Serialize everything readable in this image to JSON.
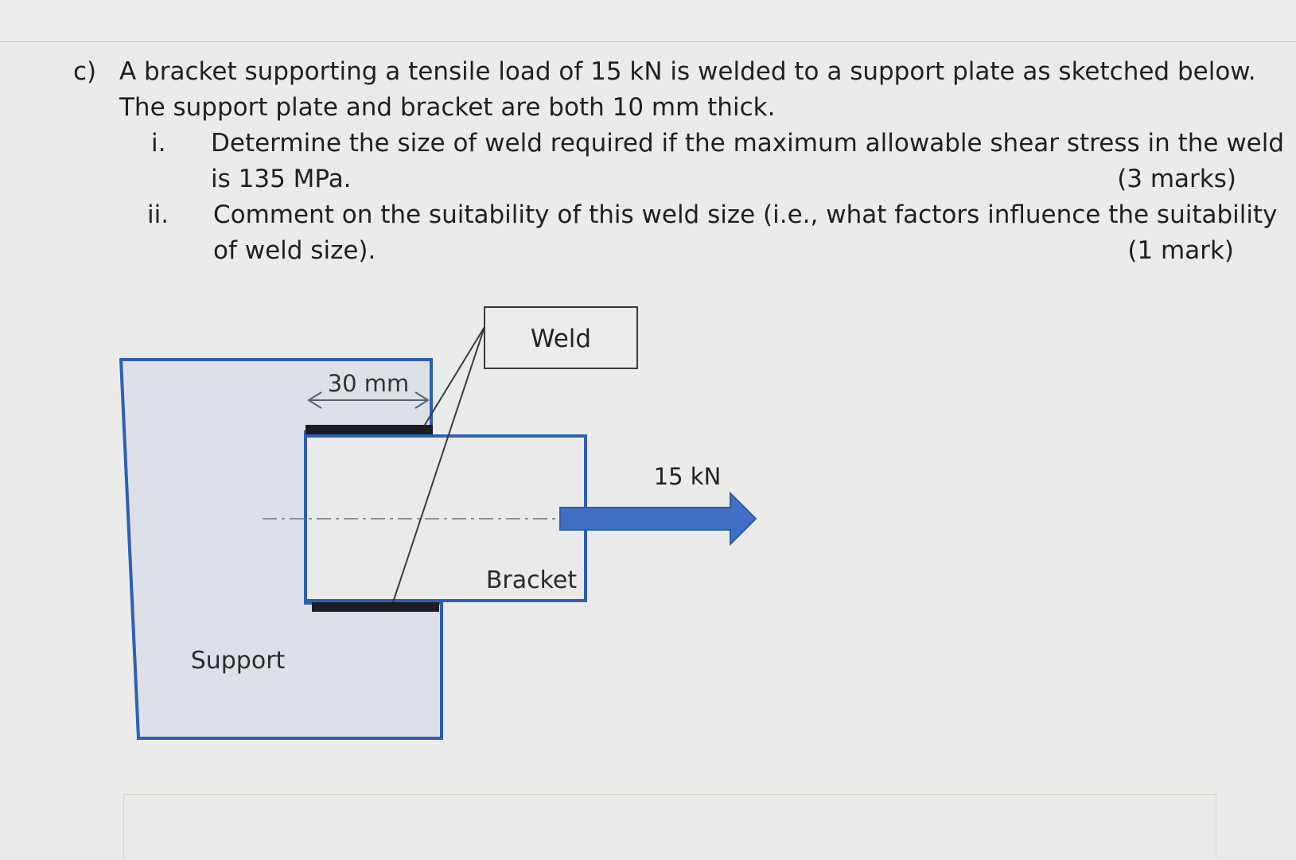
{
  "question": {
    "letter": "c)",
    "line1": "A bracket supporting a tensile load of 15 kN is welded to a support plate as sketched below.",
    "line2": "The support plate and bracket are both 10 mm thick.",
    "parts": [
      {
        "number": "i.",
        "line1": "Determine the size of weld required if the maximum allowable shear stress in the weld",
        "line2": "is 135 MPa.",
        "marks": "(3 marks)"
      },
      {
        "number": "ii.",
        "line1": "Comment on the suitability of this weld size (i.e., what factors influence the suitability",
        "line2": "of weld size).",
        "marks": "(1 mark)"
      }
    ]
  },
  "diagram": {
    "weld_label": "Weld",
    "dimension_label": "30 mm",
    "load_label": "15 kN",
    "bracket_label": "Bracket",
    "support_label": "Support",
    "colors": {
      "outline_blue": "#2f5fb0",
      "arrow_blue": "#3f70c4",
      "weld_black": "#1c1c22",
      "support_fill": "#dde0e6"
    }
  }
}
